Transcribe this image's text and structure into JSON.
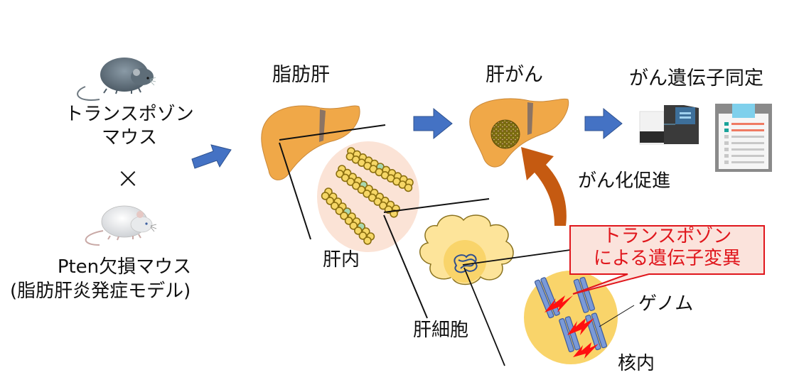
{
  "left_panel": {
    "transposon_mouse": {
      "line1": "トランスポゾン",
      "line2": "マウス",
      "icon": "gray-mouse-icon"
    },
    "cross_symbol": "×",
    "pten_mouse": {
      "line1": "Pten欠損マウス",
      "line2": "(脂肪肝炎発症モデル)",
      "icon": "white-mouse-icon"
    }
  },
  "stages": {
    "fatty_liver": "脂肪肝",
    "liver_cancer": "肝がん",
    "gene_identification": "がん遺伝子同定"
  },
  "zoom_labels": {
    "liver_interior": "肝内",
    "hepatocyte": "肝細胞",
    "nucleus_interior": "核内",
    "genome": "ゲノム"
  },
  "annotations": {
    "promotion": "がん化促進",
    "callout_line1": "トランスポゾン",
    "callout_line2": "による遺伝子変異"
  },
  "colors": {
    "arrow_blue": "#4472c4",
    "liver_orange": "#f0a848",
    "promotion_arrow": "#c55a11",
    "callout_red": "#e0161c",
    "callout_fill": "#fbe3dc",
    "nucleus_yellow": "#f9d46a",
    "chromosome_blue": "#7a9ad8"
  }
}
